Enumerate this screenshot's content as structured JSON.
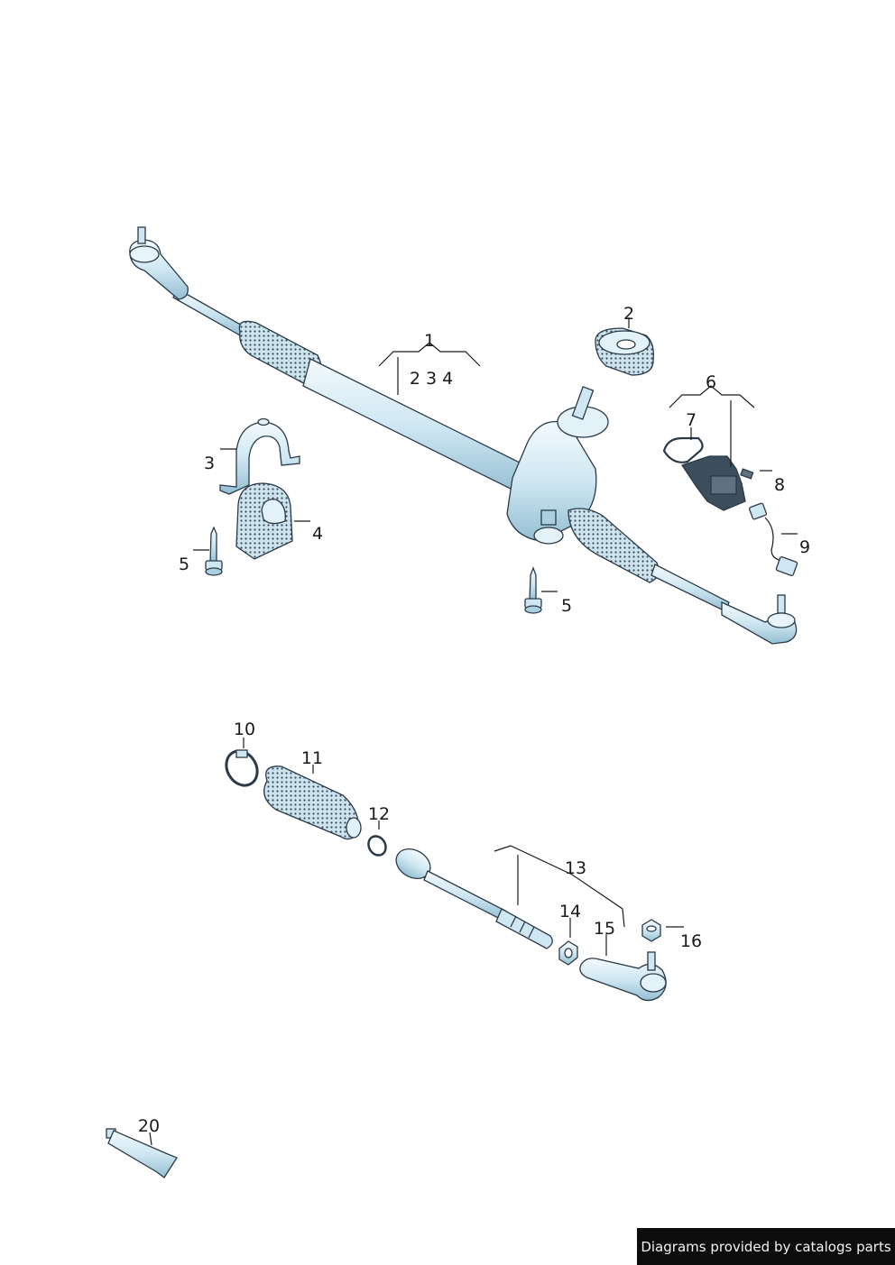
{
  "callouts": {
    "c1": "1",
    "c1_sub": "2 3 4",
    "c2": "2",
    "c3": "3",
    "c4": "4",
    "c5a": "5",
    "c5b": "5",
    "c6": "6",
    "c7": "7",
    "c8": "8",
    "c9": "9",
    "c10": "10",
    "c11": "11",
    "c12": "12",
    "c13": "13",
    "c14": "14",
    "c15": "15",
    "c16": "16",
    "c20": "20"
  },
  "footer": {
    "credit": "Diagrams provided by catalogs parts"
  },
  "colors": {
    "part_fill": "#dbeef7",
    "part_shade": "#a9cfe0",
    "boot_dots": "#3a4a58",
    "outline": "#2a3a48",
    "footer_bg": "#0d0d0d"
  }
}
